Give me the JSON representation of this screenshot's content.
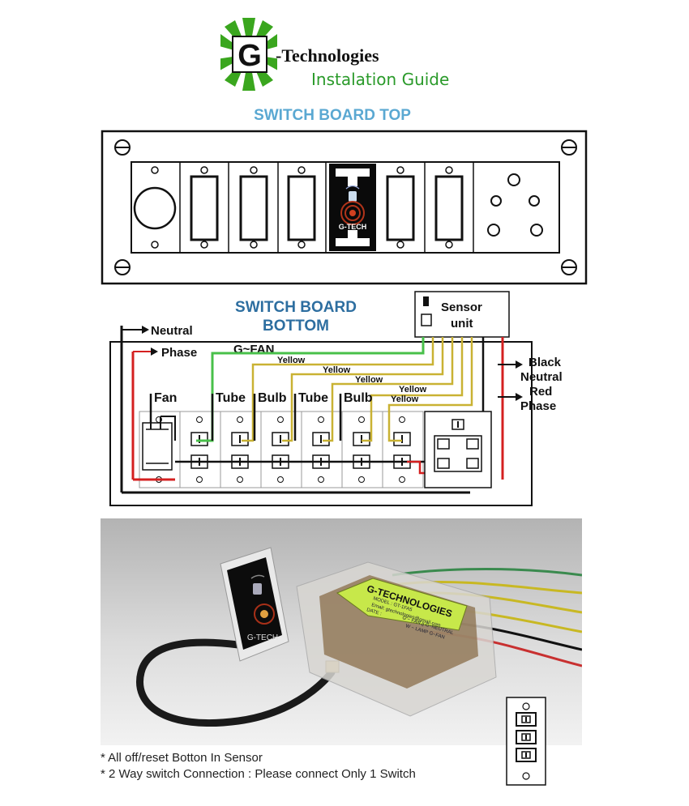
{
  "header": {
    "brand": "-Technologies",
    "logo_letter": "G",
    "subtitle": "Instalation Guide"
  },
  "top_section": {
    "title": "SWITCH BOARD TOP",
    "sensor_label": "G-TECH"
  },
  "bottom_section": {
    "title_line1": "SWITCH BOARD",
    "title_line2": "BOTTOM",
    "neutral": "Neutral",
    "phase": "Phase",
    "gfan": "G~FAN",
    "sensor_unit_line1": "Sensor",
    "sensor_unit_line2": "unit",
    "output_black": "Black",
    "output_neutral": "Neutral",
    "output_red": "Red",
    "output_phase": "Phase",
    "load_labels": [
      "Fan",
      "Tube",
      "Bulb",
      "Tube",
      "Bulb"
    ],
    "wire_labels": [
      "Yellow",
      "Yellow",
      "Yellow",
      "Yellow",
      "Yellow"
    ]
  },
  "photo": {
    "device_label": "G-TECH",
    "box_label": "G-TECHNOLOGIES",
    "box_line1": "MODEL : GT-1FA5",
    "box_line2": "Email: gtechnologies@gmail.com",
    "box_line3": "DATE :",
    "box_line4": "G ~ FAN   ||   G~NEUTRAL",
    "box_line5": "W ~ LAMP   G~FAN"
  },
  "notes": [
    "* All off/reset Botton In Sensor",
    "* 2 Way switch Connection : Please connect Only 1 Switch"
  ],
  "colors": {
    "logo_green": "#3aa61e",
    "subtitle_green": "#2a9a2a",
    "top_title": "#5aa8d2",
    "bottom_title": "#2d6ea0",
    "wire_yellow": "#c9b233",
    "wire_green": "#48c04a",
    "wire_red": "#d42020",
    "label_green": "#c7e84a"
  }
}
